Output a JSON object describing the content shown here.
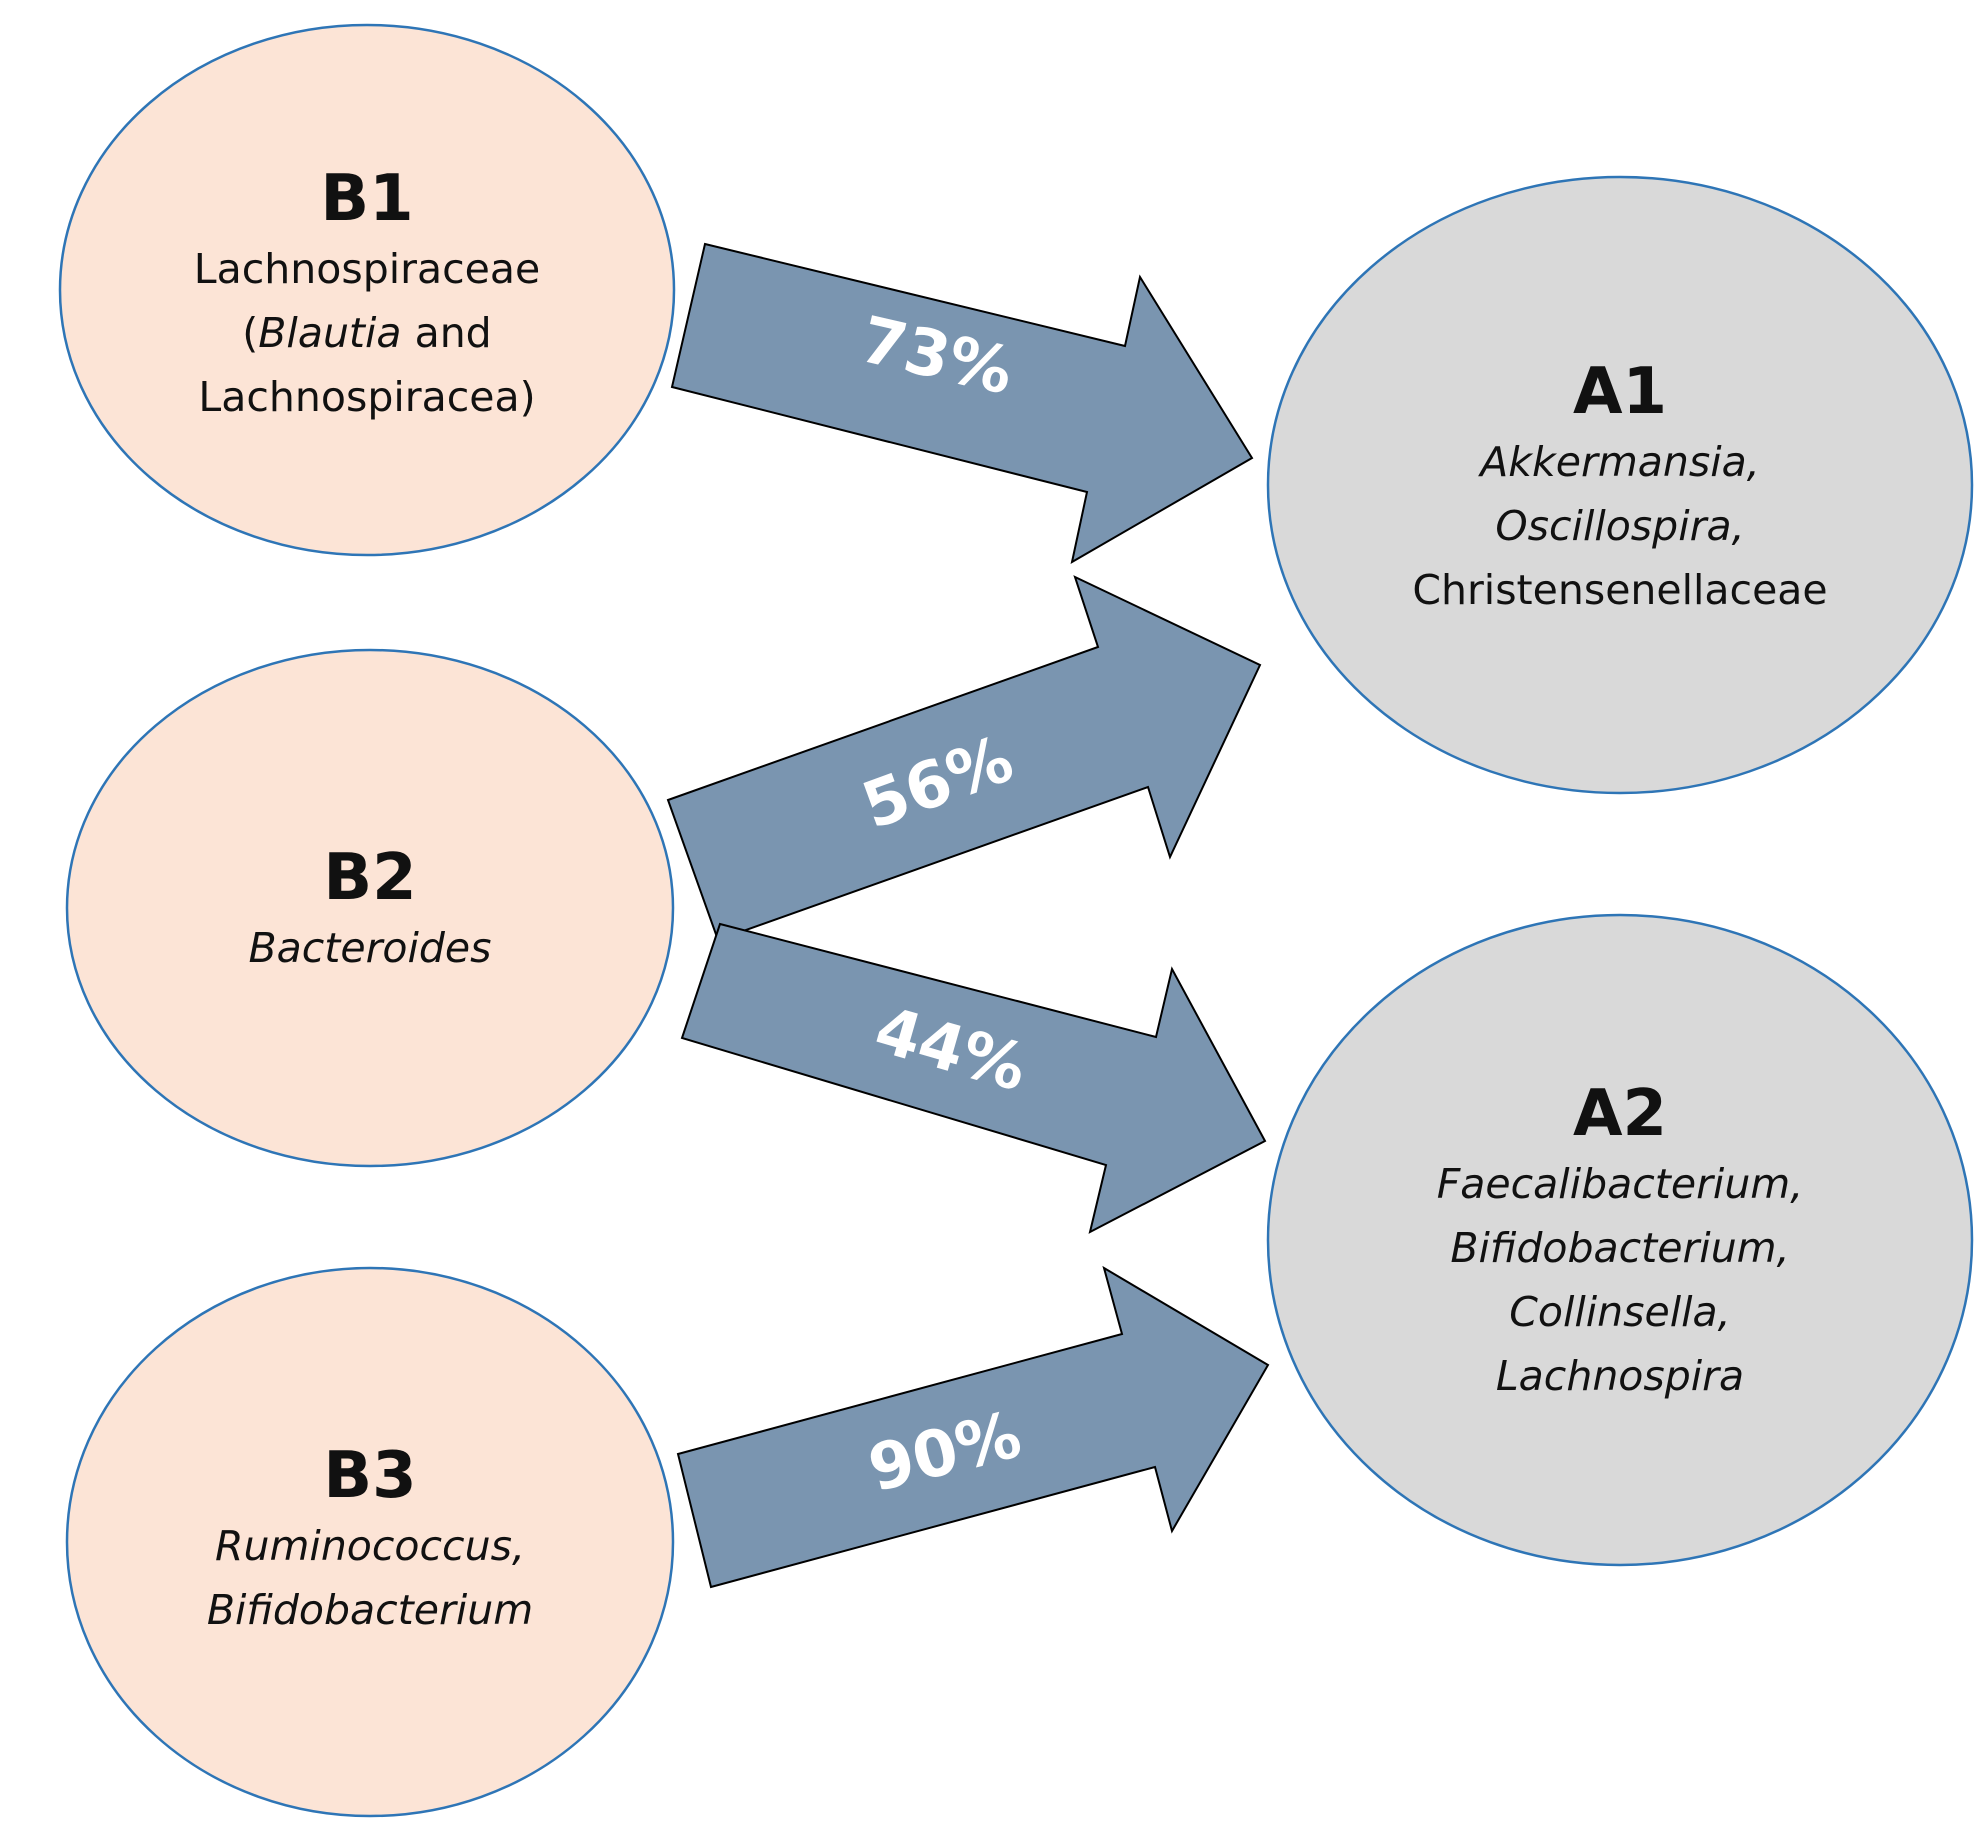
{
  "colors": {
    "source_fill": "#fce4d6",
    "target_fill": "#d9d9d9",
    "node_stroke": "#2e75b6",
    "arrow_fill": "#7a95b0",
    "arrow_stroke": "#000000",
    "label_color": "#ffffff"
  },
  "nodes": {
    "b1": {
      "title": "B1",
      "line1": "Lachnospiraceae",
      "line2_open": "(",
      "line2_italic": "Blautia",
      "line2_rest": " and",
      "line3": "Lachnospiracea)"
    },
    "b2": {
      "title": "B2",
      "line1": "Bacteroides"
    },
    "b3": {
      "title": "B3",
      "line1": "Ruminococcus,",
      "line2": "Bifidobacterium"
    },
    "a1": {
      "title": "A1",
      "line1": "Akkermansia,",
      "line2": "Oscillospira,",
      "line3": "Christensenellaceae"
    },
    "a2": {
      "title": "A2",
      "line1": "Faecalibacterium,",
      "line2": "Bifidobacterium,",
      "line3": "Collinsella,",
      "line4": "Lachnospira"
    }
  },
  "arrows": [
    {
      "from": "B1",
      "to": "A1",
      "label": "73%"
    },
    {
      "from": "B2",
      "to": "A1",
      "label": "56%"
    },
    {
      "from": "B2",
      "to": "A2",
      "label": "44%"
    },
    {
      "from": "B3",
      "to": "A2",
      "label": "90%"
    }
  ]
}
